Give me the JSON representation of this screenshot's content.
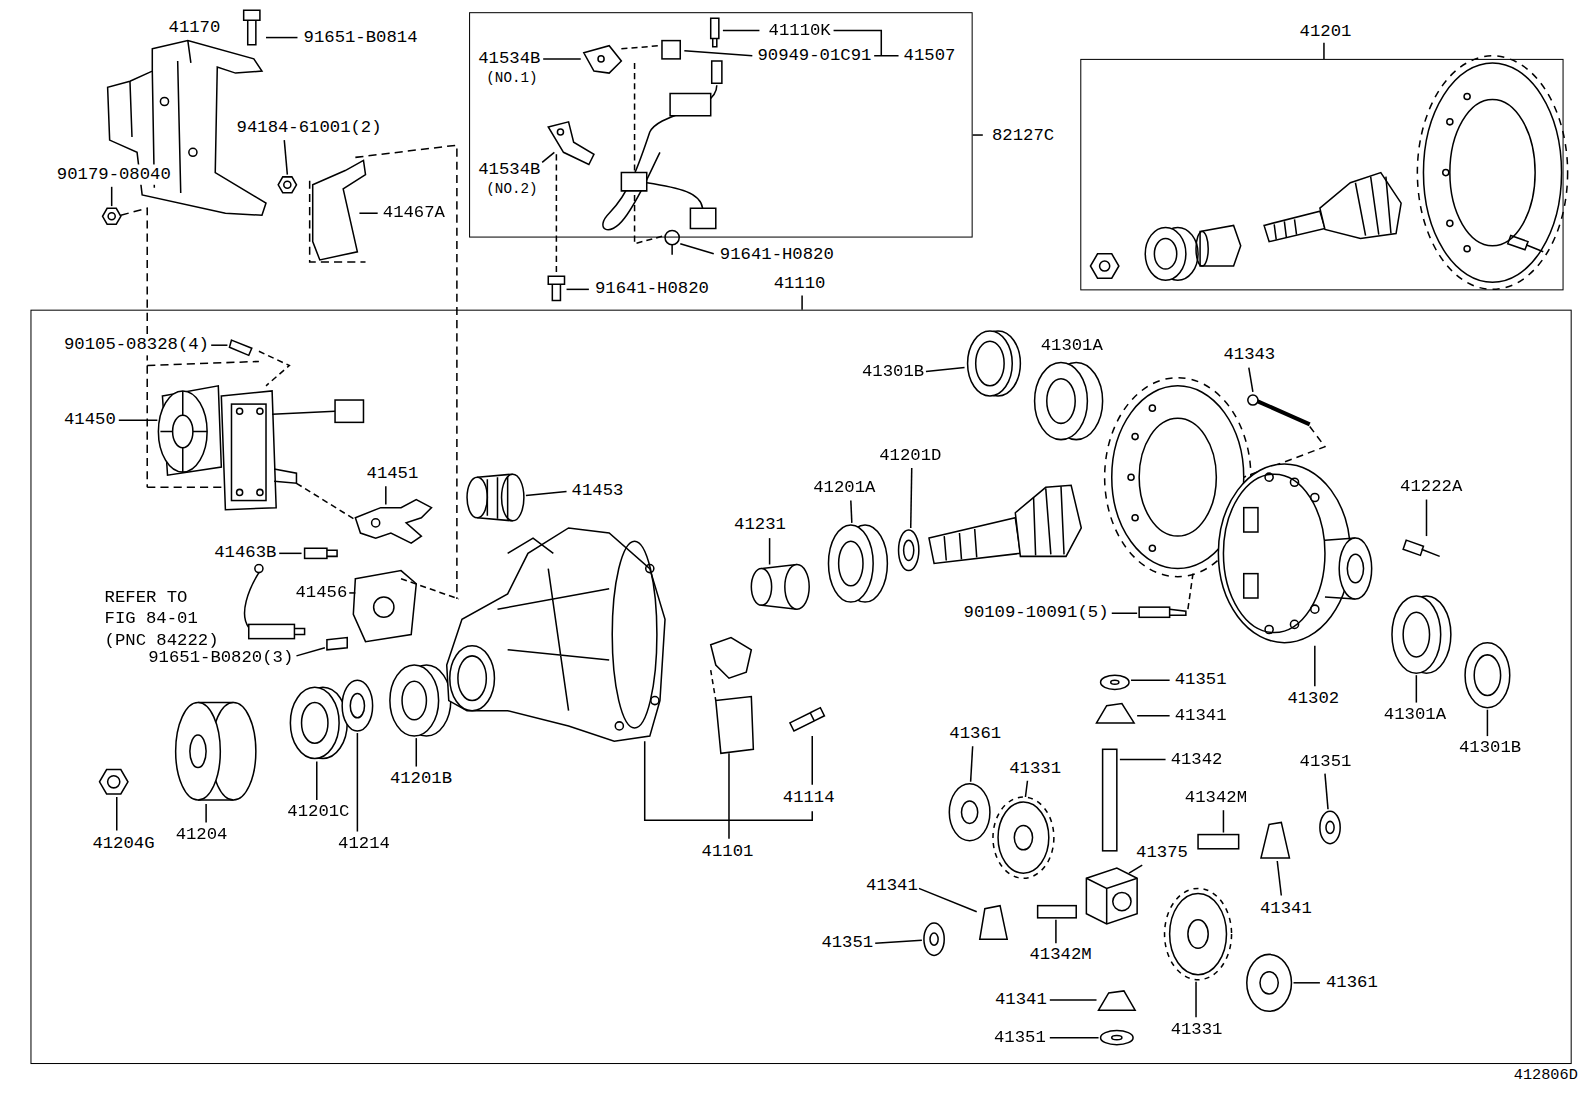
{
  "diagram": {
    "nodes": [
      {
        "text": [
          "82127C"
        ]
      },
      {
        "text": [
          "41201"
        ]
      },
      {
        "text": [
          "41110"
        ]
      }
    ],
    "labels": [
      "41170",
      "91651-B0814",
      "94184-61001(2)",
      "90179-08040",
      "41467A",
      "41110K",
      "41534B",
      "(NO.1)",
      "90949-01C91",
      "41507",
      "41534B",
      "(NO.2)",
      "91641-H0820",
      "91641-H0820",
      "90105-08328(4)",
      "41450",
      "41451",
      "41453",
      "41463B",
      "REFER TO FIG 84-01 (PNC 84222)",
      "41456",
      "91651-B0820(3)",
      "41231",
      "41201A",
      "41201D",
      "41301B",
      "41301A",
      "41343",
      "41222A",
      "90109-10091(5)",
      "41302",
      "41301A",
      "41301B",
      "41351",
      "41341",
      "41342",
      "41342M",
      "41351",
      "41361",
      "41331",
      "41375",
      "41341",
      "41341",
      "41342M",
      "41351",
      "41361",
      "41341",
      "41351",
      "41331",
      "41204G",
      "41204",
      "41201C",
      "41214",
      "41201B",
      "41114",
      "41101",
      "412806D"
    ]
  }
}
